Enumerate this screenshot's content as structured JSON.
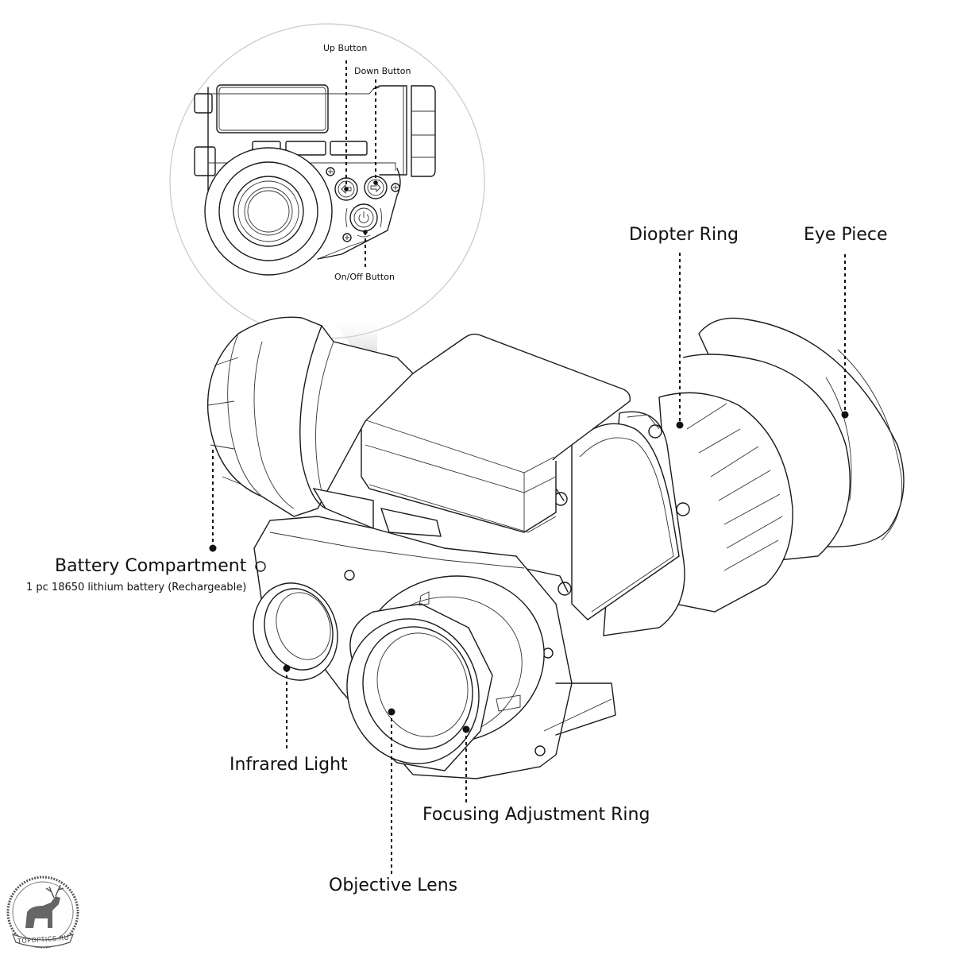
{
  "diagram": {
    "subject": "Monocular thermal / night vision scope",
    "inset": {
      "title": "Control panel close-up",
      "callouts": [
        {
          "id": "up",
          "label": "Up Button",
          "icon": "arrow-left-icon"
        },
        {
          "id": "down",
          "label": "Down Button",
          "icon": "arrow-right-icon"
        },
        {
          "id": "power",
          "label": "On/Off Button",
          "icon": "power-icon"
        }
      ]
    },
    "callouts": [
      {
        "id": "diopter",
        "label": "Diopter Ring"
      },
      {
        "id": "eyepiece",
        "label": "Eye Piece"
      },
      {
        "id": "battery",
        "label": "Battery Compartment",
        "note": "1 pc 18650 lithium battery (Rechargeable)"
      },
      {
        "id": "infrared",
        "label": "Infrared Light"
      },
      {
        "id": "focus",
        "label": "Focusing Adjustment Ring"
      },
      {
        "id": "objective",
        "label": "Objective Lens"
      }
    ],
    "watermark": {
      "text": "TOPOPTICS.RU",
      "icon": "elk-emblem-icon"
    }
  }
}
